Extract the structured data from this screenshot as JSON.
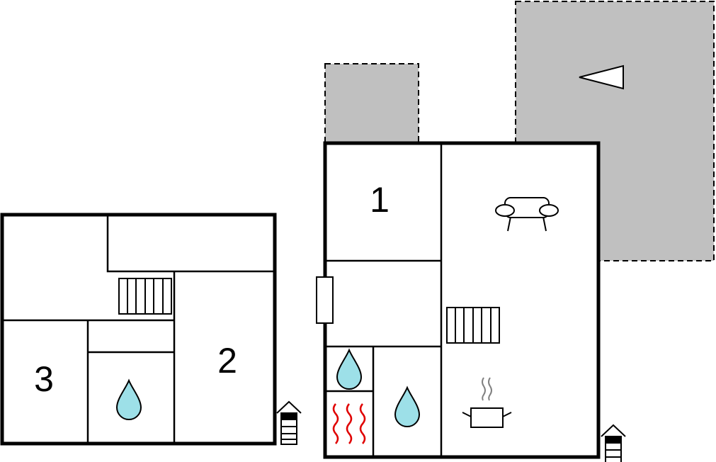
{
  "rooms": {
    "room_1": "1",
    "room_2": "2",
    "room_3": "3"
  },
  "colors": {
    "terrace": "#c0c0c0",
    "water": "#9de0e8",
    "sauna": "#e00000",
    "wall": "#000000"
  },
  "icons": [
    "drop-icon",
    "stairs-icon",
    "sofa-icon",
    "cooking-pot-icon",
    "sauna-heat-icon",
    "entrance-house-icon",
    "orientation-arrow-icon",
    "fireplace-icon"
  ]
}
